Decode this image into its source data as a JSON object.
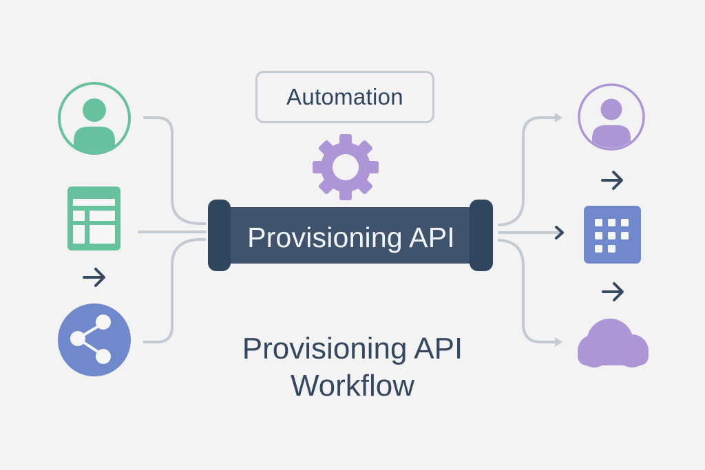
{
  "diagram": {
    "title_line1": "Provisioning API",
    "title_line2": "Workflow",
    "automation_label": "Automation",
    "api_label": "Provisioning API",
    "colors": {
      "background": "#f3f3f3",
      "green": "#66c29d",
      "blue": "#7089cc",
      "purple": "#ae95d6",
      "navy": "#3f546c",
      "navy_dark": "#30455e",
      "connector": "#c3cad3",
      "arrow": "#35495f"
    },
    "inputs": [
      {
        "name": "user",
        "icon": "user-circle-icon"
      },
      {
        "name": "spreadsheet",
        "icon": "table-icon"
      },
      {
        "name": "share",
        "icon": "share-icon"
      }
    ],
    "outputs": [
      {
        "name": "user",
        "icon": "user-circle-icon"
      },
      {
        "name": "apps",
        "icon": "app-grid-icon"
      },
      {
        "name": "cloud",
        "icon": "cloud-icon"
      }
    ],
    "center_icon": "gear-icon"
  }
}
